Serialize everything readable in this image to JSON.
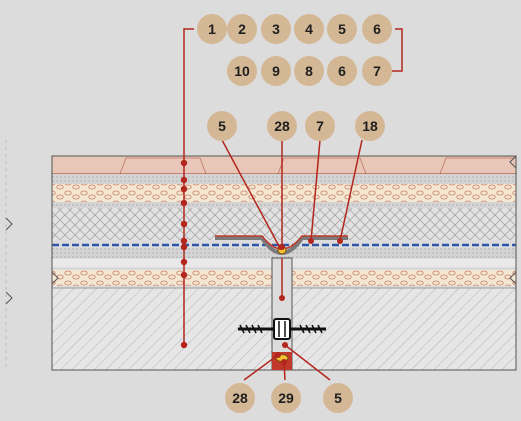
{
  "callouts": {
    "top_row": [
      "1",
      "2",
      "3",
      "4",
      "5",
      "6"
    ],
    "second_row": [
      "10",
      "9",
      "8",
      "6",
      "7"
    ],
    "middle_row": [
      "5",
      "28",
      "7",
      "18"
    ],
    "bottom_row": [
      "28",
      "29",
      "5"
    ]
  },
  "colors": {
    "background": "#dcdcdc",
    "badge": "#d4b896",
    "leader": "#b3261e",
    "tile": "#e8c7b8",
    "insulation": "#f3e7d2",
    "membrane": "#2f56a8",
    "concrete": "#e6e6e6"
  }
}
